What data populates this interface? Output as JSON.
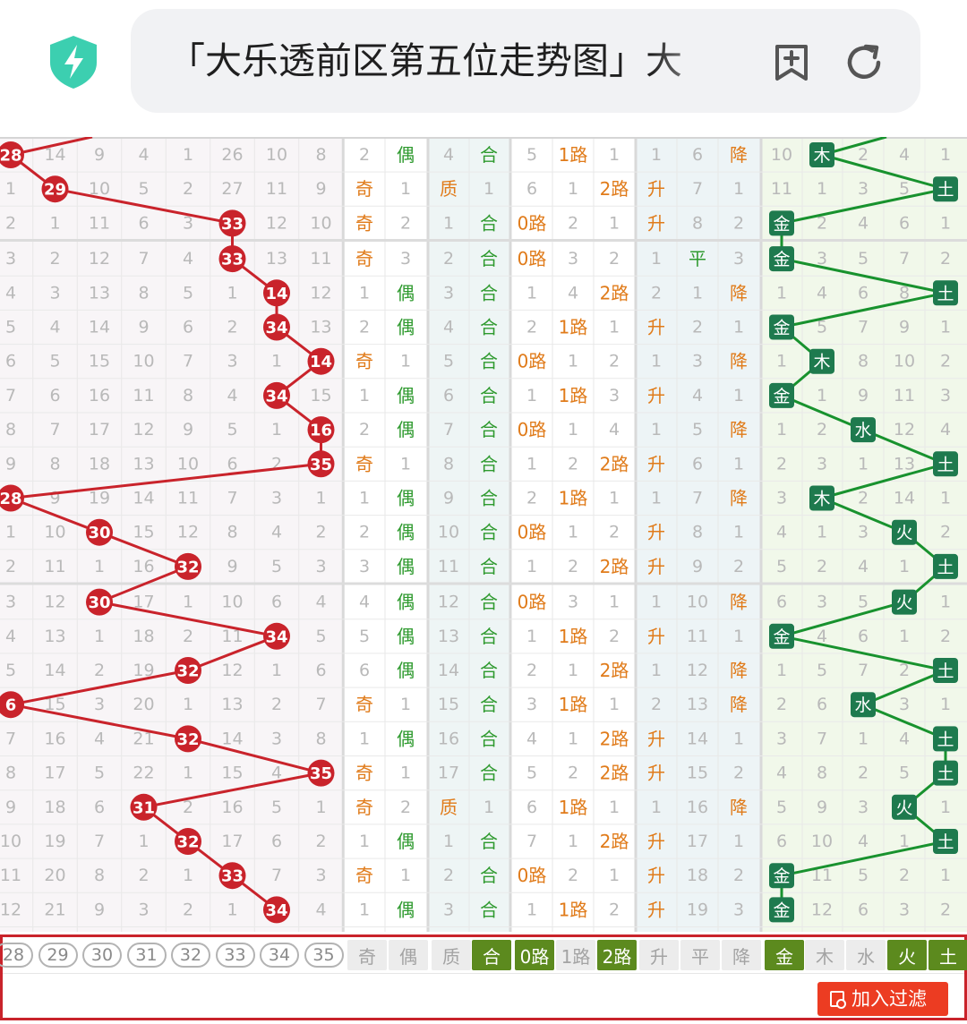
{
  "browser": {
    "title": "「大乐透前区第五位走势图」大",
    "bookmark_icon": "bookmark-plus-icon",
    "refresh_icon": "refresh-icon",
    "security_icon": "shield-bolt-icon",
    "accent": "#3ccfb0"
  },
  "chart_data": {
    "type": "table",
    "number_columns": [
      "28",
      "29",
      "30",
      "31",
      "32",
      "33",
      "34",
      "35"
    ],
    "rows": [
      {
        "hit": "28",
        "miss": [
          "28",
          "14",
          "9",
          "4",
          "1",
          "26",
          "10",
          "8"
        ],
        "odd_even": [
          "2",
          "偶"
        ],
        "prime": [
          "4",
          "合"
        ],
        "road": [
          "5",
          "1路",
          "1"
        ],
        "trend": [
          "1",
          "6",
          "降"
        ],
        "element": [
          "10",
          "木",
          "2",
          "4",
          "1"
        ]
      },
      {
        "hit": "29",
        "miss": [
          "1",
          "29",
          "10",
          "5",
          "2",
          "27",
          "11",
          "9"
        ],
        "odd_even": [
          "奇",
          "1"
        ],
        "prime": [
          "质",
          "1"
        ],
        "road": [
          "6",
          "1",
          "2路"
        ],
        "trend": [
          "升",
          "7",
          "1"
        ],
        "element": [
          "11",
          "1",
          "3",
          "5",
          "土"
        ]
      },
      {
        "hit": "33",
        "miss": [
          "2",
          "1",
          "11",
          "6",
          "3",
          "33",
          "12",
          "10"
        ],
        "odd_even": [
          "奇",
          "2"
        ],
        "prime": [
          "1",
          "合"
        ],
        "road": [
          "0路",
          "2",
          "1"
        ],
        "trend": [
          "升",
          "8",
          "2"
        ],
        "element": [
          "金",
          "2",
          "4",
          "6",
          "1"
        ]
      },
      {
        "hit": "33",
        "miss": [
          "3",
          "2",
          "12",
          "7",
          "4",
          "33",
          "13",
          "11"
        ],
        "odd_even": [
          "奇",
          "3"
        ],
        "prime": [
          "2",
          "合"
        ],
        "road": [
          "0路",
          "3",
          "2"
        ],
        "trend": [
          "1",
          "平",
          "3"
        ],
        "element": [
          "金",
          "3",
          "5",
          "7",
          "2"
        ]
      },
      {
        "hit": "34",
        "miss": [
          "4",
          "3",
          "13",
          "8",
          "5",
          "1",
          "14",
          "12"
        ],
        "odd_even": [
          "1",
          "偶"
        ],
        "prime": [
          "3",
          "合"
        ],
        "road": [
          "1",
          "4",
          "2路"
        ],
        "trend": [
          "2",
          "1",
          "降"
        ],
        "element": [
          "1",
          "4",
          "6",
          "8",
          "土"
        ]
      },
      {
        "hit": "34",
        "miss": [
          "5",
          "4",
          "14",
          "9",
          "6",
          "2",
          "34",
          "13"
        ],
        "odd_even": [
          "2",
          "偶"
        ],
        "prime": [
          "4",
          "合"
        ],
        "road": [
          "2",
          "1路",
          "1"
        ],
        "trend": [
          "升",
          "2",
          "1"
        ],
        "element": [
          "金",
          "5",
          "7",
          "9",
          "1"
        ]
      },
      {
        "hit": "35",
        "miss": [
          "6",
          "5",
          "15",
          "10",
          "7",
          "3",
          "1",
          "14"
        ],
        "odd_even": [
          "奇",
          "1"
        ],
        "prime": [
          "5",
          "合"
        ],
        "road": [
          "0路",
          "1",
          "2"
        ],
        "trend": [
          "1",
          "3",
          "降"
        ],
        "element": [
          "1",
          "木",
          "8",
          "10",
          "2"
        ]
      },
      {
        "hit": "34",
        "miss": [
          "7",
          "6",
          "16",
          "11",
          "8",
          "4",
          "34",
          "15"
        ],
        "odd_even": [
          "1",
          "偶"
        ],
        "prime": [
          "6",
          "合"
        ],
        "road": [
          "1",
          "1路",
          "3"
        ],
        "trend": [
          "升",
          "4",
          "1"
        ],
        "element": [
          "金",
          "1",
          "9",
          "11",
          "3"
        ]
      },
      {
        "hit": "35",
        "miss": [
          "8",
          "7",
          "17",
          "12",
          "9",
          "5",
          "1",
          "16"
        ],
        "odd_even": [
          "2",
          "偶"
        ],
        "prime": [
          "7",
          "合"
        ],
        "road": [
          "0路",
          "1",
          "4"
        ],
        "trend": [
          "1",
          "5",
          "降"
        ],
        "element": [
          "1",
          "2",
          "水",
          "12",
          "4"
        ]
      },
      {
        "hit": "35",
        "miss": [
          "9",
          "8",
          "18",
          "13",
          "10",
          "6",
          "2",
          "35"
        ],
        "odd_even": [
          "奇",
          "1"
        ],
        "prime": [
          "8",
          "合"
        ],
        "road": [
          "1",
          "2",
          "2路"
        ],
        "trend": [
          "升",
          "6",
          "1"
        ],
        "element": [
          "2",
          "3",
          "1",
          "13",
          "土"
        ]
      },
      {
        "hit": "28",
        "miss": [
          "28",
          "9",
          "19",
          "14",
          "11",
          "7",
          "3",
          "1"
        ],
        "odd_even": [
          "1",
          "偶"
        ],
        "prime": [
          "9",
          "合"
        ],
        "road": [
          "2",
          "1路",
          "1"
        ],
        "trend": [
          "1",
          "7",
          "降"
        ],
        "element": [
          "3",
          "木",
          "2",
          "14",
          "1"
        ]
      },
      {
        "hit": "30",
        "miss": [
          "1",
          "10",
          "30",
          "15",
          "12",
          "8",
          "4",
          "2"
        ],
        "odd_even": [
          "2",
          "偶"
        ],
        "prime": [
          "10",
          "合"
        ],
        "road": [
          "0路",
          "1",
          "2"
        ],
        "trend": [
          "升",
          "8",
          "1"
        ],
        "element": [
          "4",
          "1",
          "3",
          "火",
          "2"
        ]
      },
      {
        "hit": "32",
        "miss": [
          "2",
          "11",
          "1",
          "16",
          "32",
          "9",
          "5",
          "3"
        ],
        "odd_even": [
          "3",
          "偶"
        ],
        "prime": [
          "11",
          "合"
        ],
        "road": [
          "1",
          "2",
          "2路"
        ],
        "trend": [
          "升",
          "9",
          "2"
        ],
        "element": [
          "5",
          "2",
          "4",
          "1",
          "土"
        ]
      },
      {
        "hit": "30",
        "miss": [
          "3",
          "12",
          "30",
          "17",
          "1",
          "10",
          "6",
          "4"
        ],
        "odd_even": [
          "4",
          "偶"
        ],
        "prime": [
          "12",
          "合"
        ],
        "road": [
          "0路",
          "3",
          "1"
        ],
        "trend": [
          "1",
          "10",
          "降"
        ],
        "element": [
          "6",
          "3",
          "5",
          "火",
          "1"
        ]
      },
      {
        "hit": "34",
        "miss": [
          "4",
          "13",
          "1",
          "18",
          "2",
          "11",
          "34",
          "5"
        ],
        "odd_even": [
          "5",
          "偶"
        ],
        "prime": [
          "13",
          "合"
        ],
        "road": [
          "1",
          "1路",
          "2"
        ],
        "trend": [
          "升",
          "11",
          "1"
        ],
        "element": [
          "金",
          "4",
          "6",
          "1",
          "2"
        ]
      },
      {
        "hit": "32",
        "miss": [
          "5",
          "14",
          "2",
          "19",
          "32",
          "12",
          "1",
          "6"
        ],
        "odd_even": [
          "6",
          "偶"
        ],
        "prime": [
          "14",
          "合"
        ],
        "road": [
          "2",
          "1",
          "2路"
        ],
        "trend": [
          "1",
          "12",
          "降"
        ],
        "element": [
          "1",
          "5",
          "7",
          "2",
          "土"
        ]
      },
      {
        "hit": "28",
        "miss": [
          "6",
          "15",
          "3",
          "20",
          "1",
          "13",
          "2",
          "7"
        ],
        "odd_even": [
          "奇",
          "1"
        ],
        "prime": [
          "15",
          "合"
        ],
        "road": [
          "3",
          "1路",
          "1"
        ],
        "trend": [
          "2",
          "13",
          "降"
        ],
        "element": [
          "2",
          "6",
          "水",
          "3",
          "1"
        ]
      },
      {
        "hit": "32",
        "miss": [
          "7",
          "16",
          "4",
          "21",
          "32",
          "14",
          "3",
          "8"
        ],
        "odd_even": [
          "1",
          "偶"
        ],
        "prime": [
          "16",
          "合"
        ],
        "road": [
          "4",
          "1",
          "2路"
        ],
        "trend": [
          "升",
          "14",
          "1"
        ],
        "element": [
          "3",
          "7",
          "1",
          "4",
          "土"
        ]
      },
      {
        "hit": "35",
        "miss": [
          "8",
          "17",
          "5",
          "22",
          "1",
          "15",
          "4",
          "35"
        ],
        "odd_even": [
          "奇",
          "1"
        ],
        "prime": [
          "17",
          "合"
        ],
        "road": [
          "5",
          "2",
          "2路"
        ],
        "trend": [
          "升",
          "15",
          "2"
        ],
        "element": [
          "4",
          "8",
          "2",
          "5",
          "土"
        ]
      },
      {
        "hit": "31",
        "miss": [
          "9",
          "18",
          "6",
          "31",
          "2",
          "16",
          "5",
          "1"
        ],
        "odd_even": [
          "奇",
          "2"
        ],
        "prime": [
          "质",
          "1"
        ],
        "road": [
          "6",
          "1路",
          "1"
        ],
        "trend": [
          "1",
          "16",
          "降"
        ],
        "element": [
          "5",
          "9",
          "3",
          "火",
          "1"
        ]
      },
      {
        "hit": "32",
        "miss": [
          "10",
          "19",
          "7",
          "1",
          "32",
          "17",
          "6",
          "2"
        ],
        "odd_even": [
          "1",
          "偶"
        ],
        "prime": [
          "1",
          "合"
        ],
        "road": [
          "7",
          "1",
          "2路"
        ],
        "trend": [
          "升",
          "17",
          "1"
        ],
        "element": [
          "6",
          "10",
          "4",
          "1",
          "土"
        ]
      },
      {
        "hit": "33",
        "miss": [
          "11",
          "20",
          "8",
          "2",
          "1",
          "33",
          "7",
          "3"
        ],
        "odd_even": [
          "奇",
          "1"
        ],
        "prime": [
          "2",
          "合"
        ],
        "road": [
          "0路",
          "2",
          "1"
        ],
        "trend": [
          "升",
          "18",
          "2"
        ],
        "element": [
          "金",
          "11",
          "5",
          "2",
          "1"
        ]
      },
      {
        "hit": "34",
        "miss": [
          "12",
          "21",
          "9",
          "3",
          "2",
          "1",
          "34",
          "4"
        ],
        "odd_even": [
          "1",
          "偶"
        ],
        "prime": [
          "3",
          "合"
        ],
        "road": [
          "1",
          "1路",
          "2"
        ],
        "trend": [
          "升",
          "19",
          "3"
        ],
        "element": [
          "金",
          "12",
          "6",
          "3",
          "2"
        ]
      }
    ],
    "footer_labels": [
      "28",
      "29",
      "30",
      "31",
      "32",
      "33",
      "34",
      "35",
      "奇",
      "偶",
      "质",
      "合",
      "0路",
      "1路",
      "2路",
      "升",
      "平",
      "降",
      "金",
      "木",
      "水",
      "火",
      "土"
    ],
    "footer_selected": [
      "合",
      "0路",
      "2路",
      "金",
      "火",
      "土"
    ],
    "colors": {
      "ball": "#c9232b",
      "line": "#c9232b",
      "element_box": "#1e7a4e",
      "element_line": "#18922e",
      "odd": "#e07b1a",
      "even": "#2f9a2f",
      "up": "#e07b1a",
      "down": "#e07b1a",
      "miss_text": "#b9b9b9"
    }
  },
  "filter": {
    "label": "加入过滤",
    "icon": "filter-add-icon"
  }
}
